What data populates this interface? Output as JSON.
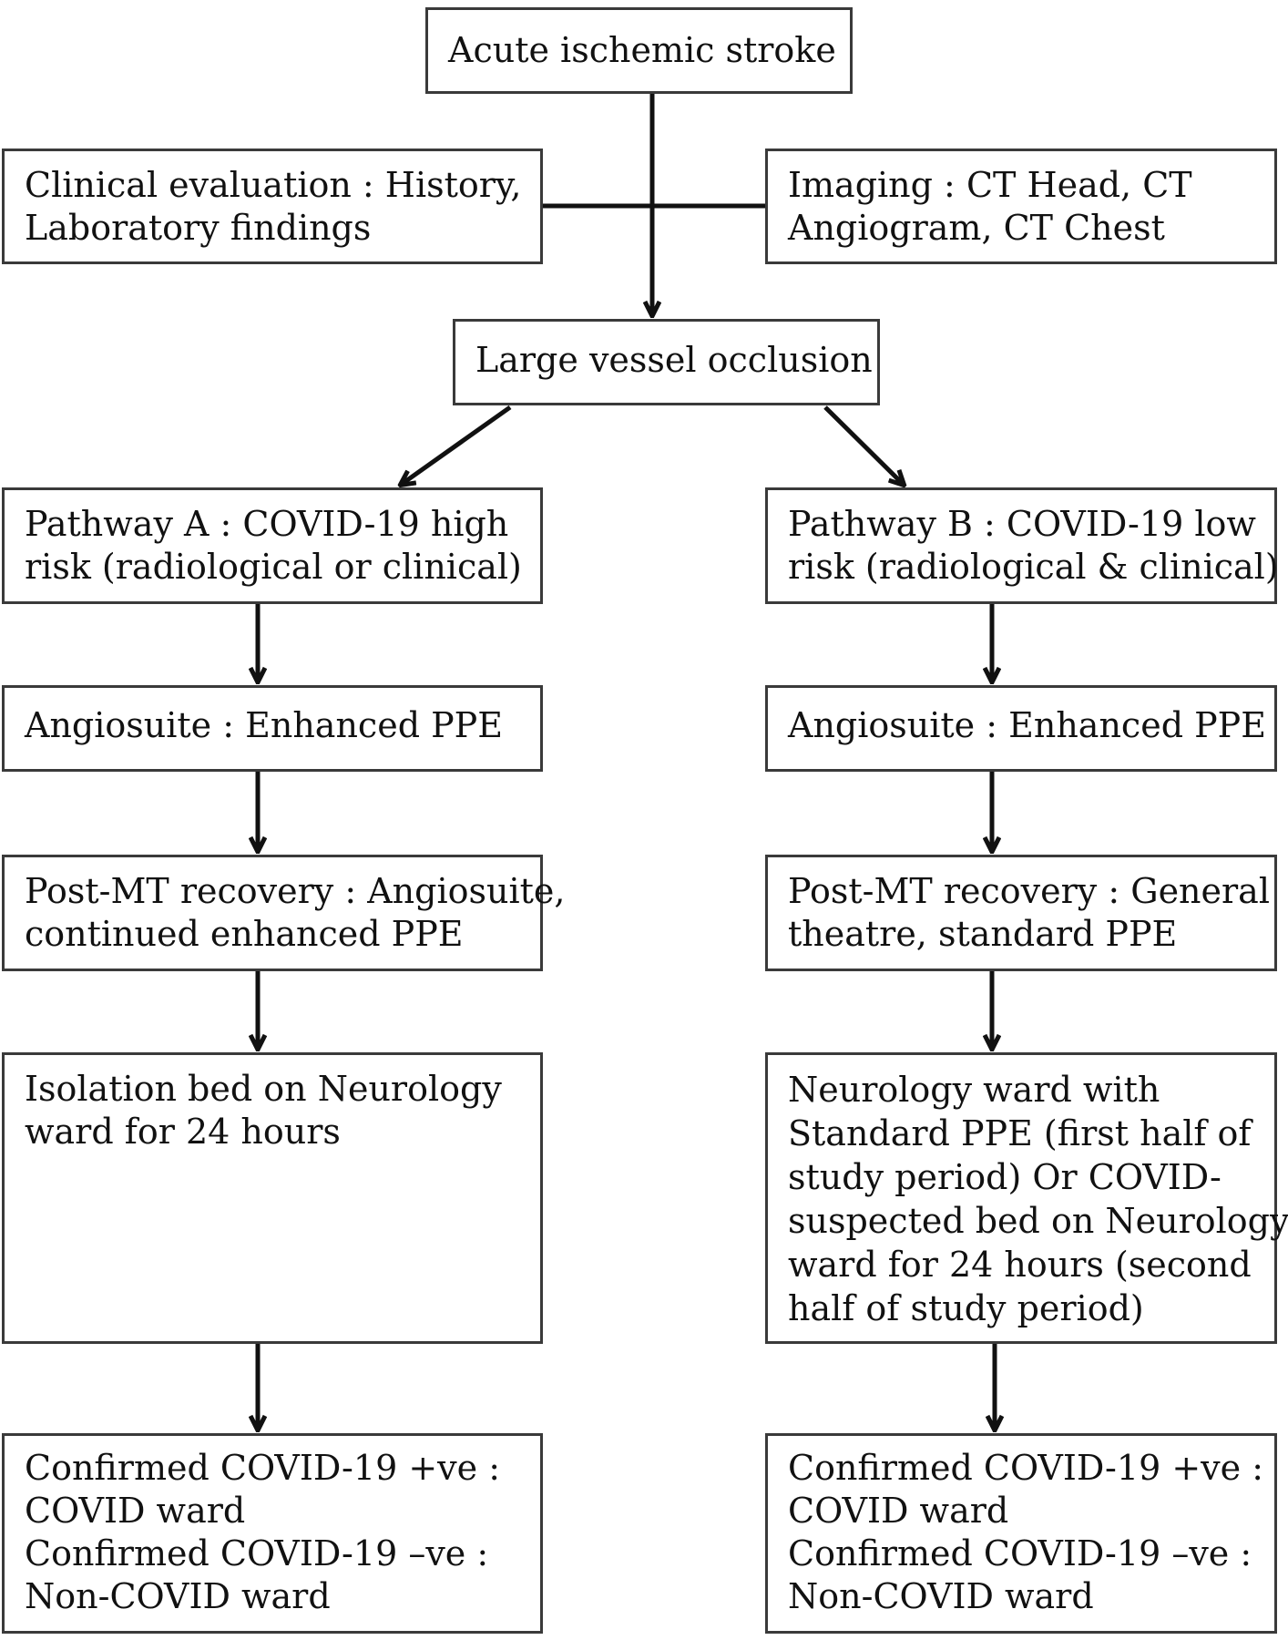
{
  "nodes": {
    "start": [
      "Acute ischemic stroke"
    ],
    "clinical": [
      "Clinical evaluation : History,",
      "Laboratory findings"
    ],
    "imaging": [
      "Imaging : CT Head, CT",
      "Angiogram, CT Chest"
    ],
    "lvo": [
      "Large vessel occlusion"
    ],
    "pathway_a": {
      "header": [
        "Pathway A : COVID-19 high",
        "risk (radiological or clinical)"
      ],
      "angiosuite": [
        "Angiosuite : Enhanced PPE"
      ],
      "recovery": [
        "Post-MT recovery : Angiosuite,",
        "continued enhanced PPE"
      ],
      "ward": [
        "Isolation bed on Neurology",
        "ward for 24 hours"
      ],
      "outcome": [
        "Confirmed COVID-19 +ve :",
        "COVID ward",
        "Confirmed COVID-19 –ve :",
        "Non-COVID ward"
      ]
    },
    "pathway_b": {
      "header": [
        "Pathway B : COVID-19 low",
        "risk (radiological & clinical)"
      ],
      "angiosuite": [
        "Angiosuite : Enhanced PPE"
      ],
      "recovery": [
        "Post-MT recovery : General",
        "theatre, standard PPE"
      ],
      "ward": [
        "Neurology ward with",
        "Standard PPE (first half of",
        "study period) Or COVID-",
        "suspected bed on Neurology",
        "ward for 24 hours (second",
        "half of study period)"
      ],
      "outcome": [
        "Confirmed COVID-19 +ve :",
        "COVID ward",
        "Confirmed COVID-19 –ve :",
        "Non-COVID ward"
      ]
    }
  },
  "colors": {
    "border": "#3a3a3a",
    "arrow": "#111111",
    "text": "#111111",
    "background": "#ffffff"
  }
}
